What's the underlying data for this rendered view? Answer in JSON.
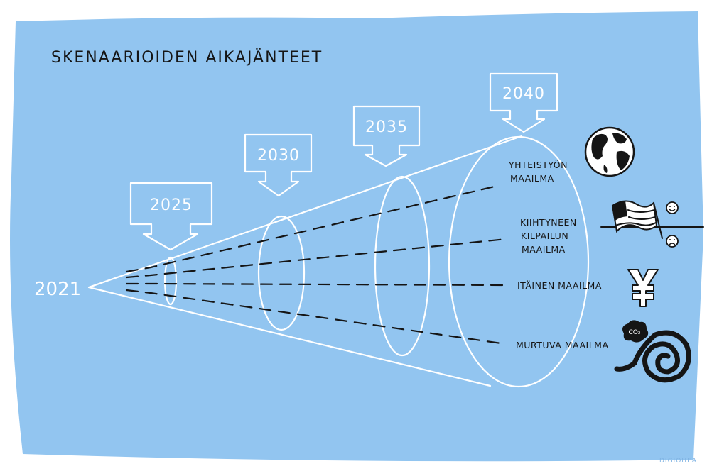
{
  "title": "SKENAARIOIDEN AIKAJÄNTEET",
  "start_year": "2021",
  "milestones": [
    "2025",
    "2030",
    "2035",
    "2040"
  ],
  "scenarios": [
    {
      "lines": [
        "YHTEISTYÖN",
        "MAAILMA"
      ],
      "icon": "globe-icon"
    },
    {
      "lines": [
        "KIIHTYNEEN",
        "KILPAILUN",
        "MAAILMA"
      ],
      "icon": "us-flag-icon"
    },
    {
      "lines": [
        "ITÄINEN MAAILMA"
      ],
      "icon": "yen-icon"
    },
    {
      "lines": [
        "MURTUVA MAAILMA"
      ],
      "icon": "spiral-icon"
    }
  ],
  "co2_label": "CO₂",
  "signature": "DIGIOHEA",
  "colors": {
    "background": "#92c5f0",
    "lines": "#ffffff",
    "ink": "#151515"
  }
}
